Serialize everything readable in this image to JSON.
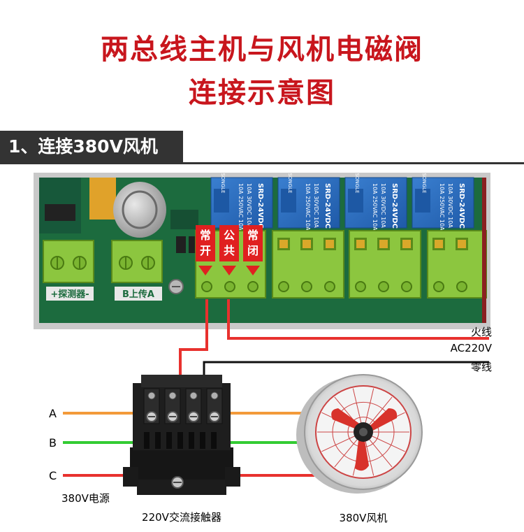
{
  "header": {
    "title_line1": "两总线主机与风机电磁阀",
    "title_line2": "连接示意图",
    "title_color": "#c8161d"
  },
  "section": {
    "label": "1、连接380V风机",
    "bg_color": "#333333"
  },
  "board": {
    "terminal_labels": [
      "常开",
      "公共",
      "常闭"
    ],
    "label_left_connector": "+探测器-",
    "label_mid_connector": "B上传A",
    "relay_brand": "SONGLE",
    "relay_text_line1": "10A 250VAC 10A",
    "relay_text_line2": "10A 30VDC 10A",
    "relay_model": "SRD-24VDC"
  },
  "ac_supply": {
    "live_label": "火线",
    "voltage_label": "AC220V",
    "neutral_label": "零线"
  },
  "three_phase": {
    "phases": [
      "A",
      "B",
      "C"
    ],
    "source_label": "380V电源",
    "colors": {
      "A": "#f39a3a",
      "B": "#33cc33",
      "C": "#e8312e"
    }
  },
  "devices": {
    "contactor_label": "220V交流接触器",
    "fan_label": "380V风机"
  }
}
